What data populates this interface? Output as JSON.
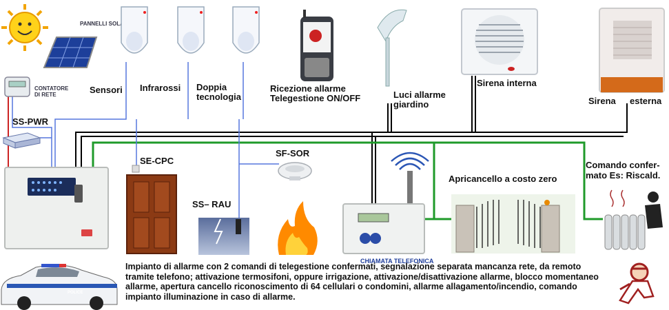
{
  "labels": {
    "pannelli": "PANNELLI SOLARI",
    "contatore": "CONTATORE DI RETE",
    "ss_pwr": "SS-PWR",
    "sensori": "Sensori",
    "infrarossi": "Infrarossi",
    "doppia_1": "Doppia",
    "doppia_2": "tecnologia",
    "ricezione_1": "Ricezione allarme",
    "ricezione_2": "Telegestione ON/OFF",
    "luci_1": "Luci allarme",
    "luci_2": "giardino",
    "sirena_interna": "Sirena interna",
    "sirena_1": "Sirena",
    "sirena_2": "esterna",
    "se_cpc": "SE-CPC",
    "sf_sor": "SF-SOR",
    "ss_rau": "SS– RAU",
    "apricancello": "Apricancello a costo zero",
    "comando_1": "Comando confer-",
    "comando_2": "mato Es: Riscald.",
    "chiamata": "CHIAMATA TELEFONICA",
    "police": "POLICE"
  },
  "caption": "Impianto di allarme con 2 comandi di telegestione confermati, segnalazione separata mancanza rete, da remoto tramite telefono; attivazione termosifoni, oppure irrigazione, attivazione/disattivazione allarme, blocco momentaneo allarme, apertura cancello riconoscimento di 64 cellulari o condomini, allarme allagamento/incendio, comando impianto illuminazione in caso di allarme.",
  "colors": {
    "black_wire": "#000000",
    "green_wire": "#1f9a2a",
    "blue_wire": "#5577dd",
    "sirena_ext": "#d46a1a"
  }
}
